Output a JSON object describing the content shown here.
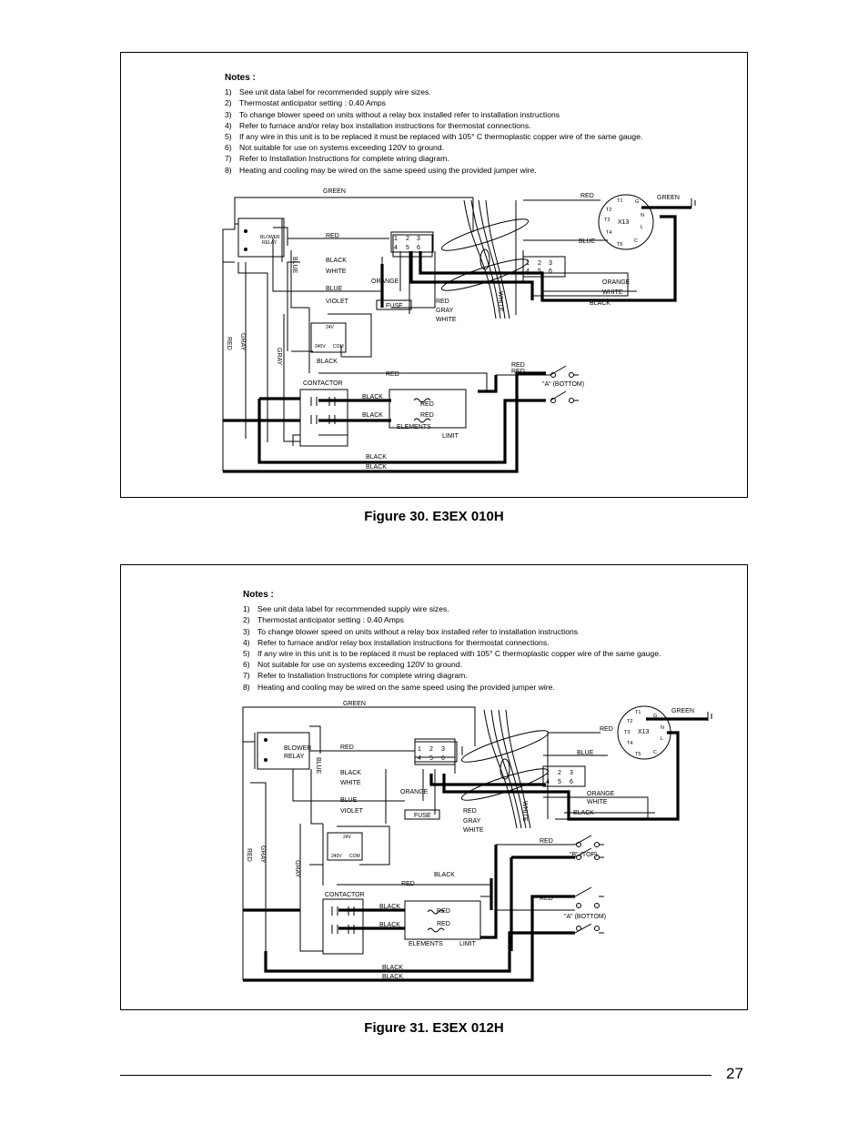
{
  "notes_title": "Notes :",
  "notes": [
    {
      "num": "1)",
      "text": "See unit data label for recommended supply wire sizes."
    },
    {
      "num": "2)",
      "text": "Thermostat anticipator setting :  0.40 Amps"
    },
    {
      "num": "3)",
      "text": "To change blower speed on units without a relay box installed refer to installation instructions"
    },
    {
      "num": "4)",
      "text": "Refer to furnace and/or relay box installation instructions for thermostat connections."
    },
    {
      "num": "5)",
      "text": "If any wire in this unit is to be replaced it must be replaced with 105° C thermoplastic copper wire of the same gauge."
    },
    {
      "num": "6)",
      "text": "Not suitable for use on systems exceeding 120V to ground."
    },
    {
      "num": "7)",
      "text": "Refer to Installation Instructions for complete wiring diagram."
    },
    {
      "num": "8)",
      "text": "Heating and cooling may be wired on the same speed using the provided jumper wire."
    }
  ],
  "figure1": {
    "caption": "Figure 30. E3EX  010H",
    "labels": {
      "green_top": "GREEN",
      "green_right": "GREEN",
      "red_relay": "RED",
      "black_1": "BLACK",
      "white_1": "WHITE",
      "orange_1": "ORANGE",
      "blue_1": "BLUE",
      "violet": "VIOLET",
      "fuse": "FUSE",
      "red_fuse": "RED",
      "gray_fuse": "GRAY",
      "white_fuse": "WHITE",
      "blue_vert": "BLUE",
      "red_vert": "RED",
      "gray_vert": "GRAY",
      "gray_vert2": "GRAY",
      "white_vert": "WHITE",
      "v24": "24V",
      "v240": "240V",
      "com": "COM",
      "black_xfmr": "BLACK",
      "contactor": "CONTACTOR",
      "red_mid": "RED",
      "black_el1": "BLACK",
      "red_el1": "RED",
      "black_el2": "BLACK",
      "red_el2": "RED",
      "elements": "ELEMENTS",
      "limit": "LIMIT",
      "black_bot1": "BLACK",
      "black_bot2": "BLACK",
      "red_br1": "RED",
      "red_br2": "RED",
      "breaker_a": "\"A\" (BOTTOM)",
      "red_motor": "RED",
      "blue_motor": "BLUE",
      "orange_r": "ORANGE",
      "white_r": "WHITE",
      "black_r": "BLACK",
      "t1": "T1",
      "t2": "T2",
      "t3": "T3",
      "t4": "T4",
      "t5": "T5",
      "x13": "X13",
      "g": "G",
      "n": "N",
      "l": "L",
      "c": "C",
      "blower": "BLOWER",
      "relay": "RELAY",
      "tb1": "1",
      "tb2": "2",
      "tb3": "3",
      "tb4": "4",
      "tb5": "5",
      "tb6": "6"
    }
  },
  "figure2": {
    "caption": "Figure 31. E3EX  012H",
    "labels": {
      "green_top": "GREEN",
      "green_right": "GREEN",
      "red_relay": "RED",
      "black_1": "BLACK",
      "white_1": "WHITE",
      "orange_1": "ORANGE",
      "blue_1": "BLUE",
      "violet": "VIOLET",
      "fuse": "FUSE",
      "red_fuse": "RED",
      "gray_fuse": "GRAY",
      "white_fuse": "WHITE",
      "blue_vert": "BLUE",
      "red_vert": "RED",
      "gray_vert": "GRAY",
      "gray_vert2": "GRAY",
      "white_vert": "WHITE",
      "v24": "24V",
      "v240": "240V",
      "com": "COM",
      "black_top": "BLACK",
      "contactor": "CONTACTOR",
      "red_mid": "RED",
      "black_el1": "BLACK",
      "red_el1": "RED",
      "black_el2": "BLACK",
      "red_el2": "RED",
      "elements": "ELEMENTS",
      "limit": "LIMIT",
      "black_bot1": "BLACK",
      "black_bot2": "BLACK",
      "red_b": "RED",
      "breaker_b": "\"B\" (TOP)",
      "red_a": "RED",
      "breaker_a": "\"A\" (BOTTOM)",
      "red_motor": "RED",
      "blue_motor": "BLUE",
      "orange_r": "ORANGE",
      "white_r": "WHITE",
      "black_r": "BLACK",
      "t1": "T1",
      "t2": "T2",
      "t3": "T3",
      "t4": "T4",
      "t5": "T5",
      "x13": "X13",
      "g": "G",
      "n": "N",
      "l": "L",
      "c": "C",
      "blower": "BLOWER",
      "relay": "RELAY",
      "tb1": "1",
      "tb2": "2",
      "tb3": "3",
      "tb4": "4",
      "tb5": "5",
      "tb6": "6"
    }
  },
  "page_number": "27"
}
